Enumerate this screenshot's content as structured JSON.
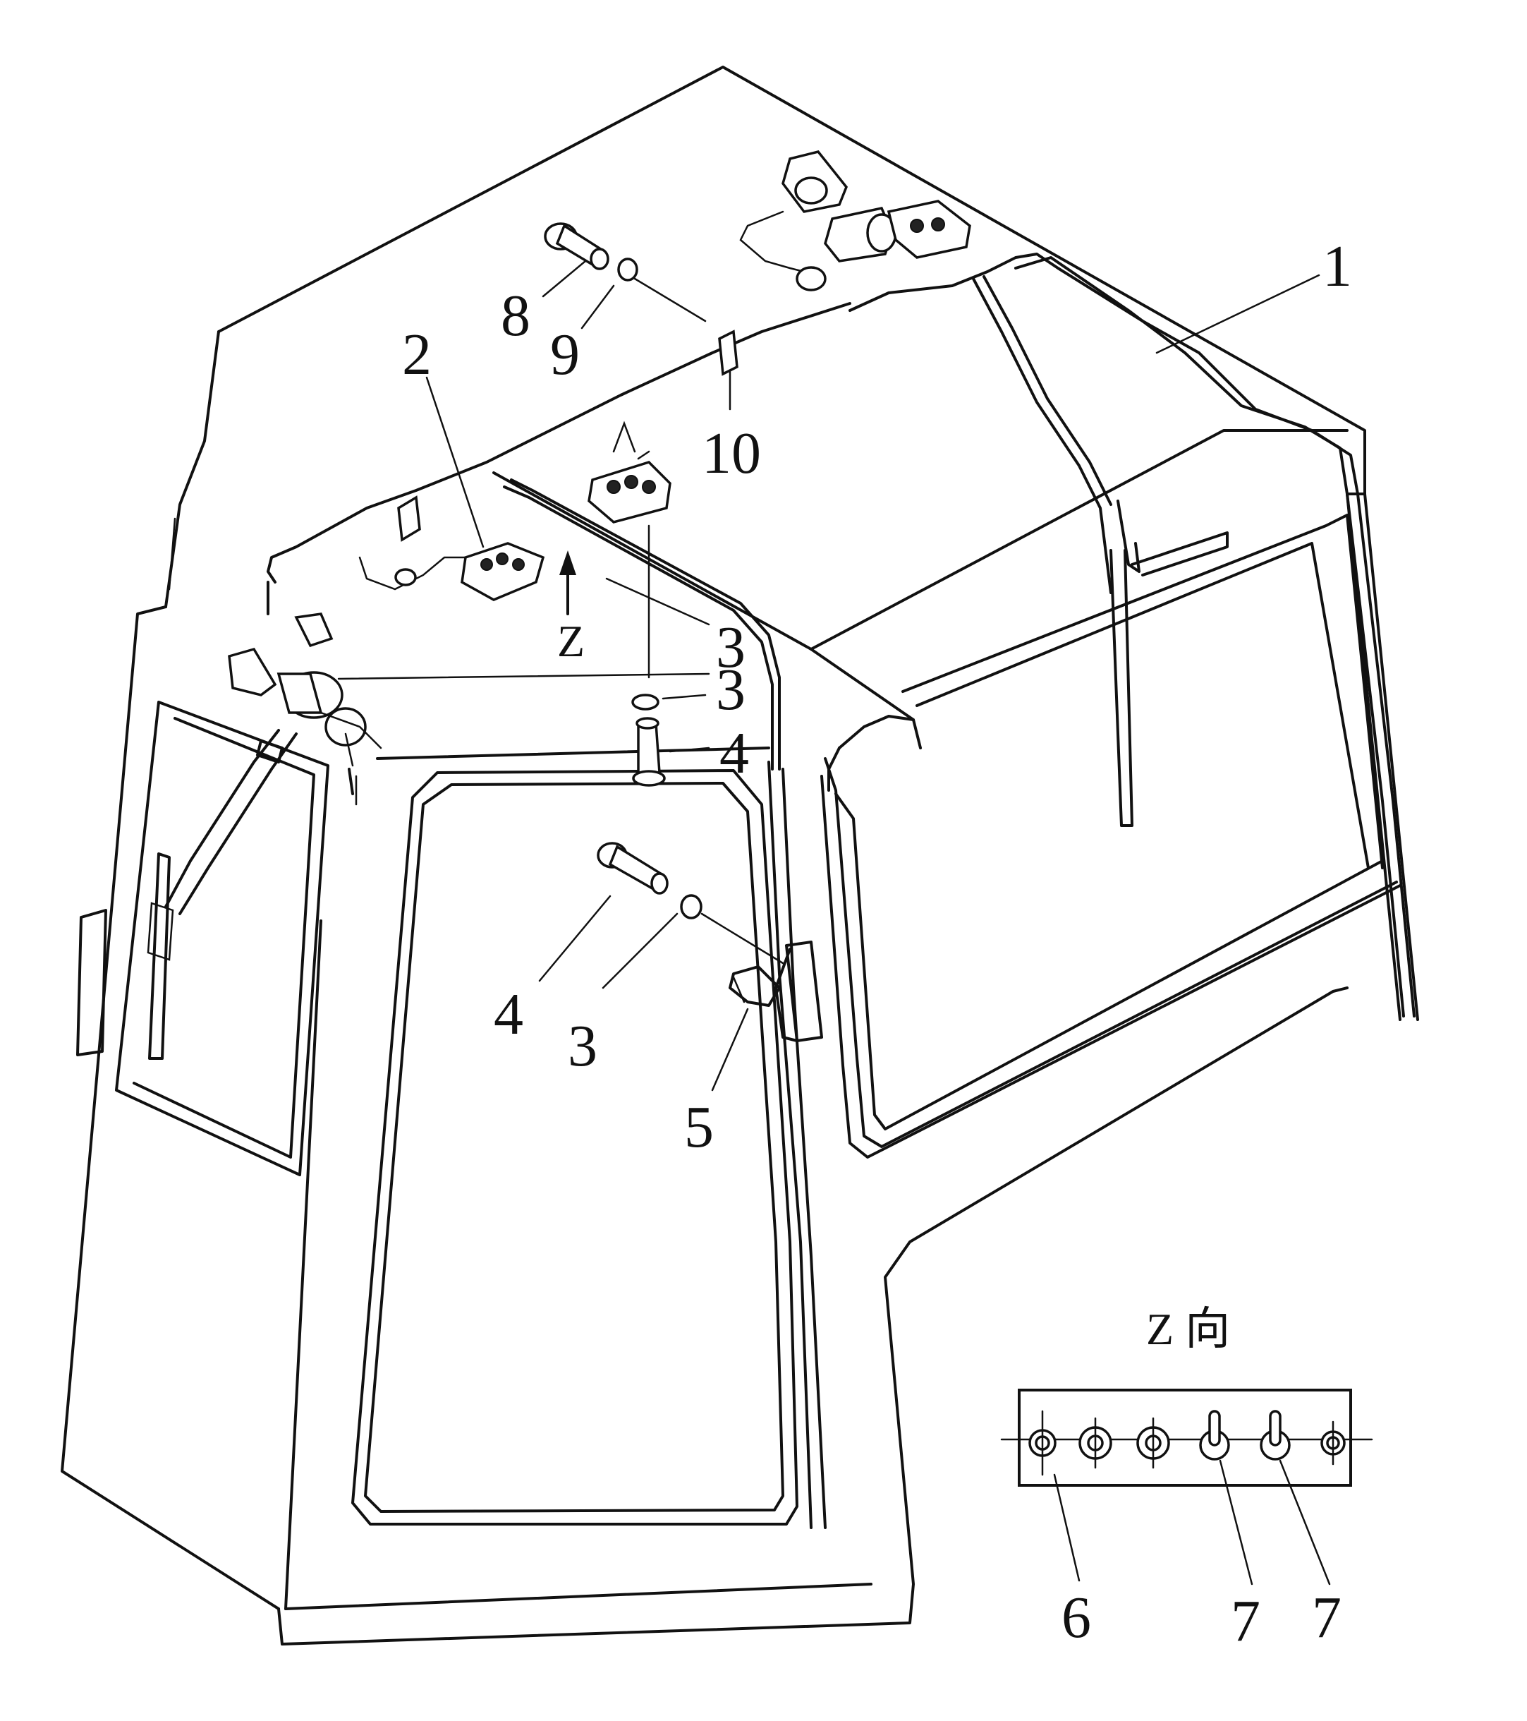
{
  "callouts": {
    "c1": "1",
    "c2": "2",
    "c3a": "3",
    "c3b": "3",
    "c3c": "3",
    "c4a": "4",
    "c4b": "4",
    "c5": "5",
    "c6": "6",
    "c7a": "7",
    "c7b": "7",
    "c8": "8",
    "c9": "9",
    "c10": "10"
  },
  "view_arrow_label": "Z",
  "detail_view": {
    "title": "Z 向"
  }
}
